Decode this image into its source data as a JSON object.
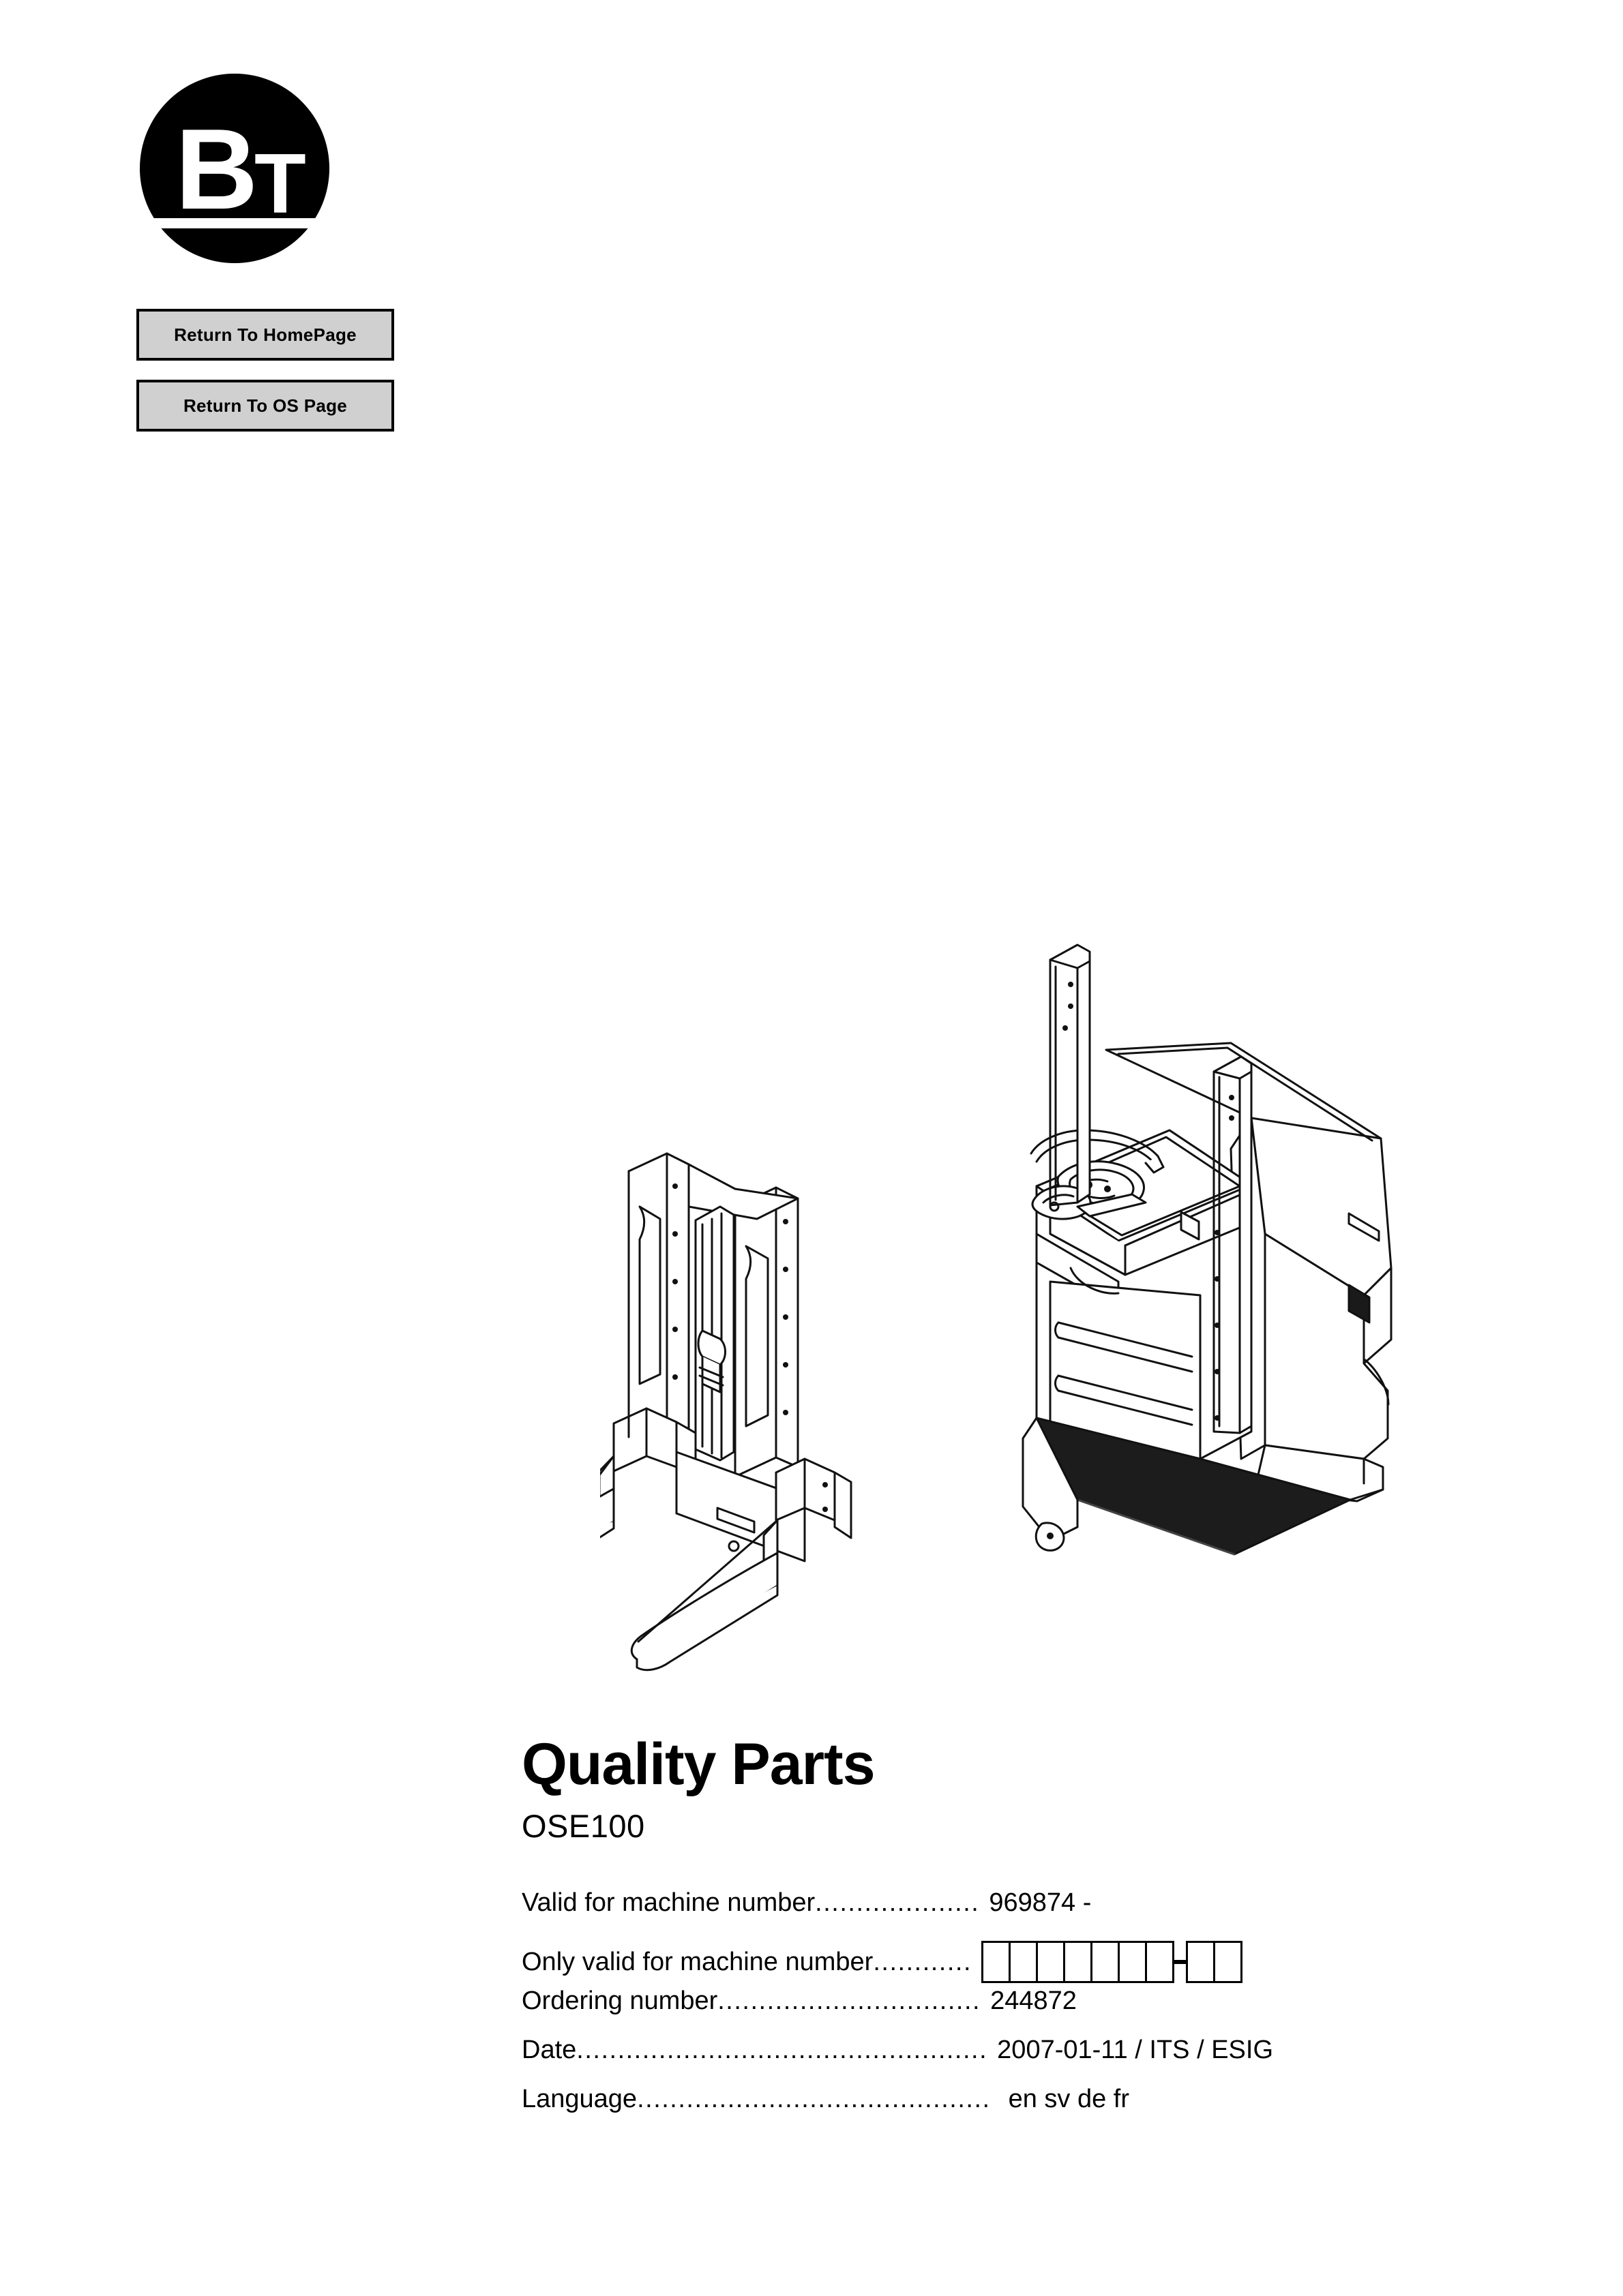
{
  "logo": {
    "name": "bt-logo",
    "letter_primary": "B",
    "letter_secondary": "T",
    "color": "#000000"
  },
  "nav": {
    "buttons": [
      {
        "label": "Return To HomePage",
        "name": "return-to-homepage-button"
      },
      {
        "label": "Return To OS Page",
        "name": "return-to-os-page-button"
      }
    ],
    "button_bg": "#d0d0d0",
    "button_border": "#000000"
  },
  "illustration": {
    "alt": "BT OSE100 order picker forklift truck, isometric line drawing",
    "icon": "forklift-order-picker-illustration"
  },
  "title": {
    "heading": "Quality Parts",
    "model": "OSE100"
  },
  "spec": {
    "rows": [
      {
        "label": "Valid for machine number",
        "dots": "....................",
        "value": "969874 -",
        "type": "text",
        "name": "spec-row-valid-for-machine-number"
      },
      {
        "label": "Only valid for machine number",
        "dots": "............",
        "value": "",
        "type": "boxes",
        "name": "spec-row-only-valid-for-machine-number"
      },
      {
        "label": "Ordering number ",
        "dots": "................................",
        "value": "244872",
        "type": "text",
        "name": "spec-row-ordering-number"
      },
      {
        "label": "Date ",
        "dots": "..................................................",
        "value": "2007-01-11 / ITS / ESIG",
        "type": "text",
        "name": "spec-row-date"
      },
      {
        "label": "Language",
        "dots": "...........................................",
        "value": " en sv de fr",
        "type": "text",
        "name": "spec-row-language"
      }
    ],
    "serial_boxes": {
      "group_one_count": 7,
      "separator": "-",
      "group_two_count": 2
    }
  }
}
